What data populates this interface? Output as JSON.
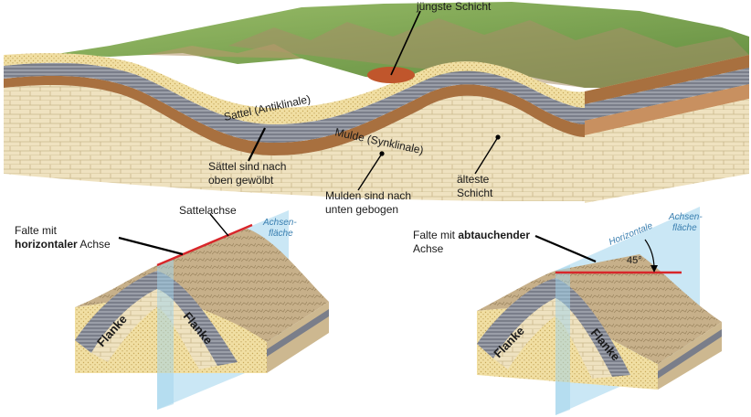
{
  "top_block": {
    "youngest_layer": "jüngste Schicht",
    "anticline": "Sattel (Antiklinale)",
    "syncline": "Mulde (Synklinale)",
    "anticline_note_1": "Sättel sind nach",
    "anticline_note_2": "oben gewölbt",
    "syncline_note_1": "Mulden sind nach",
    "syncline_note_2": "unten gebogen",
    "oldest_layer_1": "älteste",
    "oldest_layer_2": "Schicht"
  },
  "left_fold": {
    "title_1": "Falte mit",
    "title_2_bold": "horizontaler",
    "title_2_rest": " Achse",
    "axis_label": "Sattelachse",
    "plane_1": "Achsen-",
    "plane_2": "fläche",
    "flank_left": "Flanke",
    "flank_right": "Flanke"
  },
  "right_fold": {
    "title_1_pre": "Falte mit ",
    "title_1_bold": "abtauchender",
    "title_2": "Achse",
    "horizontal_label": "Horizontale",
    "angle_label": "45°",
    "plane_1": "Achsen-",
    "plane_2": "fläche",
    "flank_left": "Flanke",
    "flank_right": "Flanke"
  },
  "colors": {
    "limestone": "#efe2c0",
    "limestone_line": "#c9b78a",
    "brown": "#a8703f",
    "dark_grey": "#6e7280",
    "light_grey": "#b9bdc6",
    "sand": "#f1dfa3",
    "grass": "#7fa656",
    "rock": "#bda57c",
    "plane": "#9fd3ec",
    "axis_red": "#d8262a"
  }
}
